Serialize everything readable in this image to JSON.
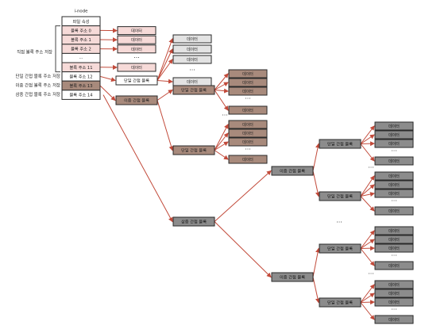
{
  "inode": {
    "title": "i-node",
    "slots": [
      {
        "label": "파일 속성",
        "kind": "attr"
      },
      {
        "label": "블록 주소 0",
        "kind": "direct"
      },
      {
        "label": "블록 주소 1",
        "kind": "direct"
      },
      {
        "label": "블록 주소 2",
        "kind": "direct"
      },
      {
        "label": "···",
        "kind": "ellipsis"
      },
      {
        "label": "블록 주소 11",
        "kind": "direct"
      },
      {
        "label": "블록 주소 12",
        "kind": "single"
      },
      {
        "label": "블록 주소 13",
        "kind": "double"
      },
      {
        "label": "블록 주소 14",
        "kind": "triple"
      }
    ]
  },
  "labels": {
    "direct": "직접 블록 주소 저장",
    "single": "단일 간접 블록 주소 저장",
    "double": "이중 간접 블록 주소 저장",
    "triple": "삼중 간접 블록 주소 저장"
  },
  "block_names": {
    "data": "데이터",
    "single": "단일 간접 블록",
    "double": "이중 간접 블록",
    "triple": "삼중 간접 블록",
    "ellipsis": "···"
  },
  "colors": {
    "direct_fill": "#f6dad8",
    "gray_light": "#e3e3e3",
    "brown": "#a88a7c",
    "gray_dark": "#8c8c8c",
    "stroke": "#2a2a2a",
    "arrow": "#c24a3a",
    "bracket": "#444444"
  }
}
